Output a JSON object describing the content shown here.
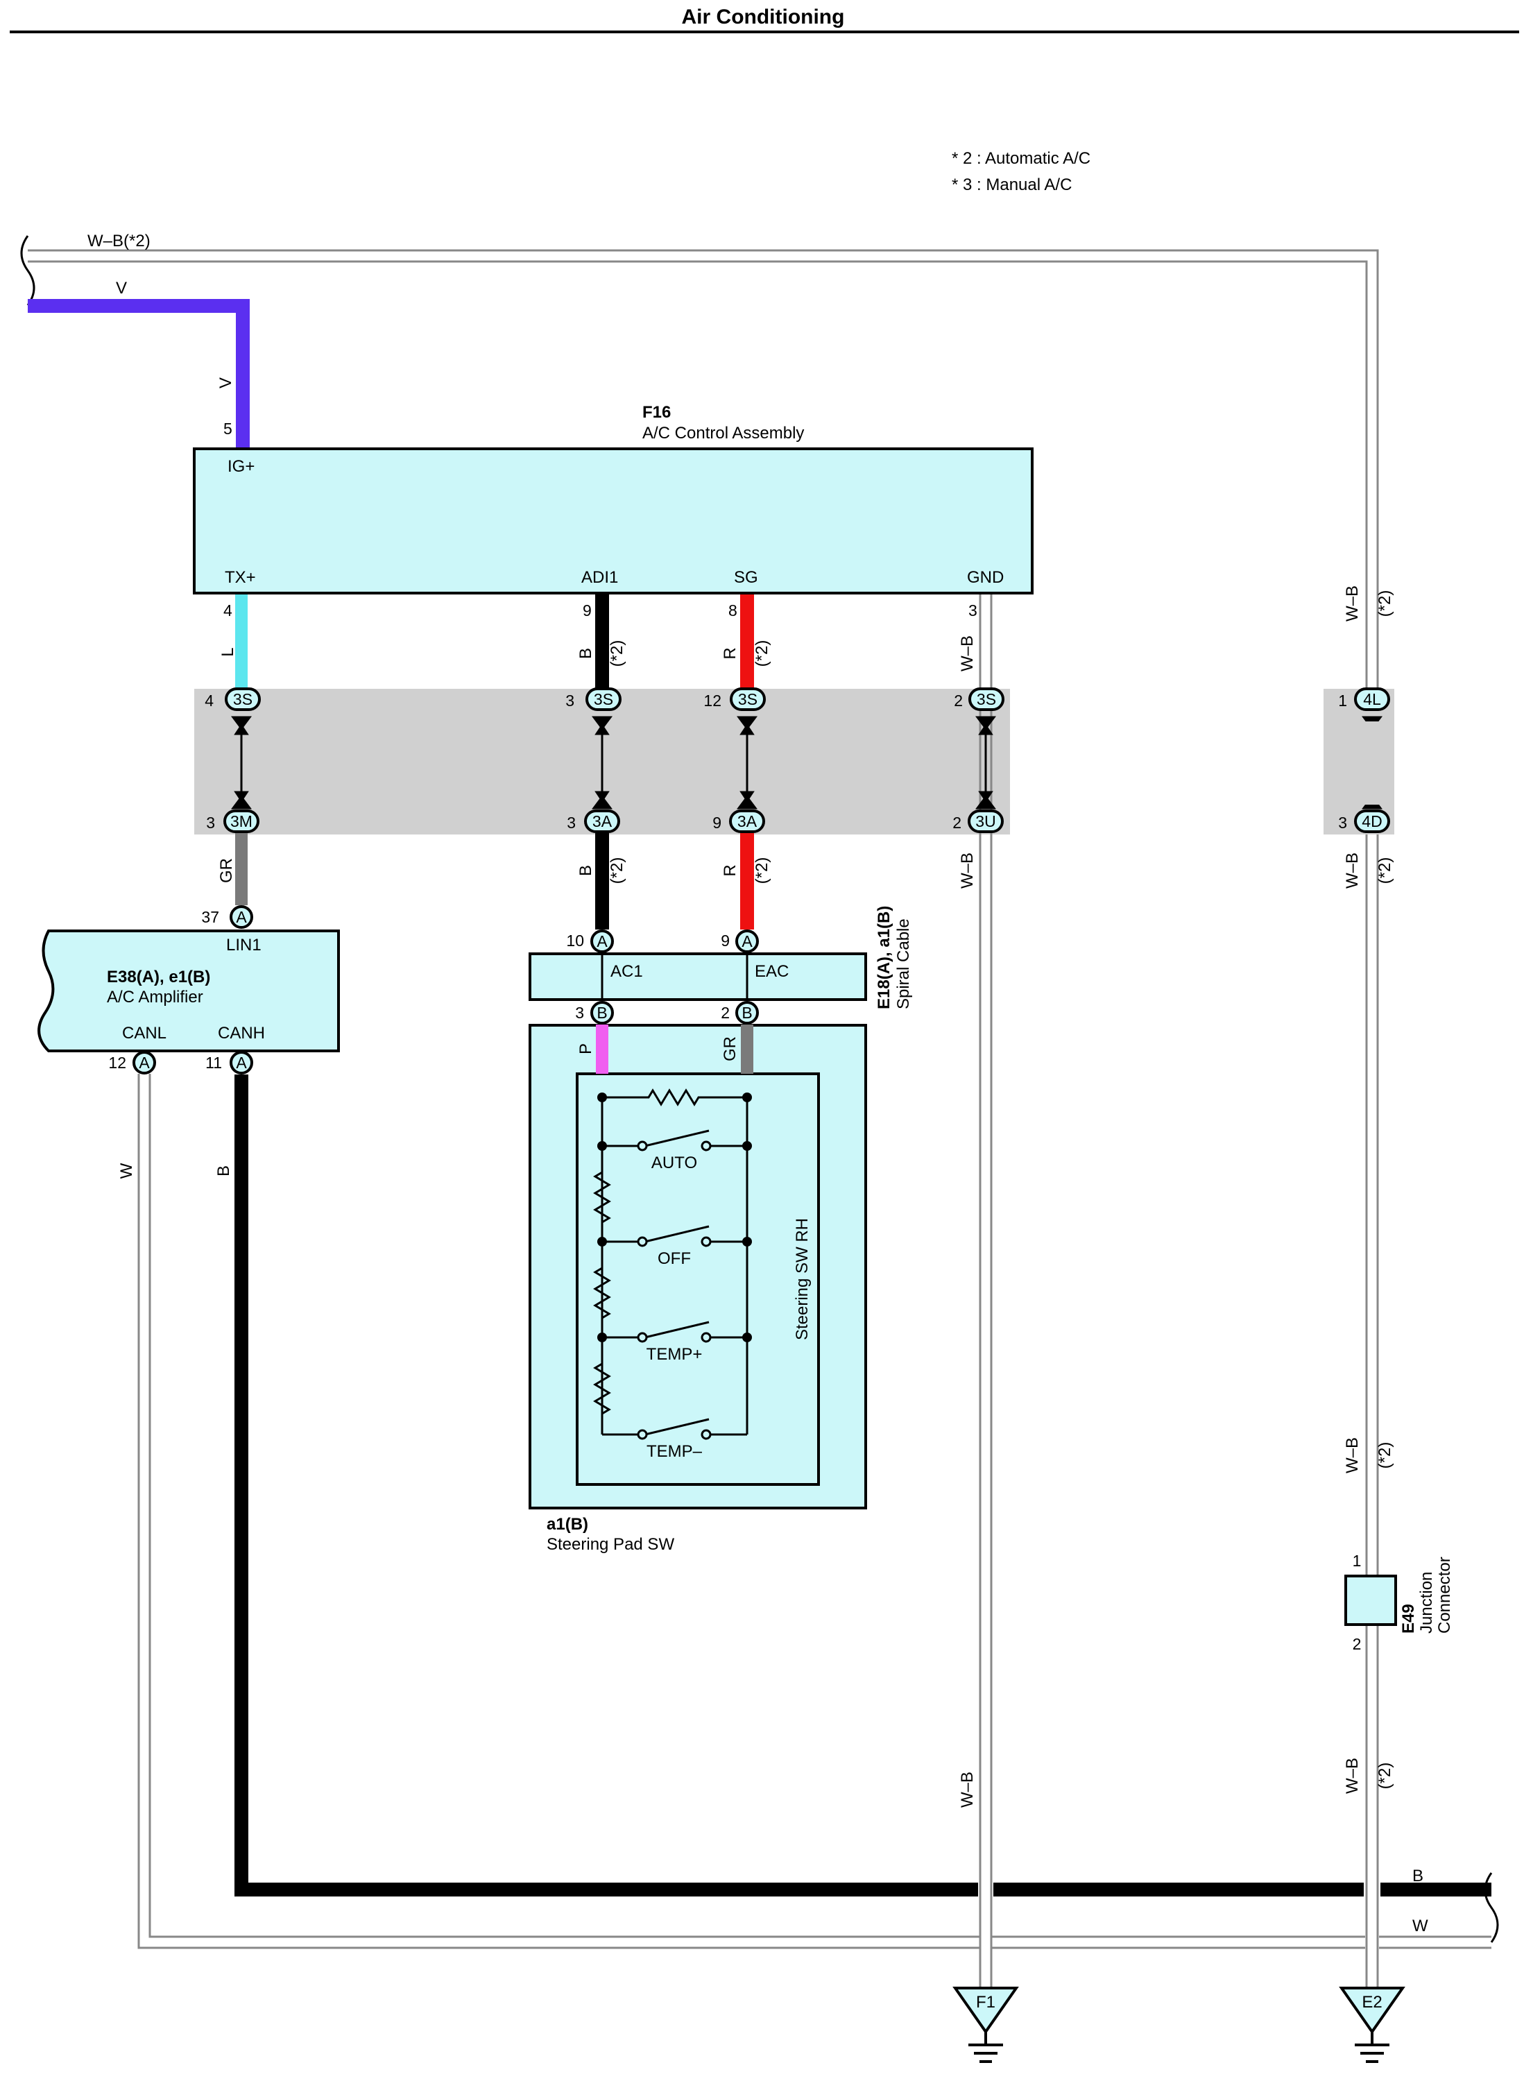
{
  "page_title": "Air Conditioning",
  "legend": {
    "star2": "* 2 : Automatic A/C",
    "star3": "* 3 : Manual A/C"
  },
  "colors": {
    "V": "#5b2ff0",
    "L": "#5ce6ee",
    "B": "#000000",
    "R": "#ee1111",
    "GR": "#7a7a7a",
    "P": "#f05ff0",
    "component_fill": "#ccf7f9",
    "connector_band": "#d0d0d0"
  },
  "wires": {
    "wb_top": "W–B(*2)",
    "v_top": "V",
    "v_vert": "V",
    "tx_wire": "L",
    "adi_wire_up": "B",
    "adi_wire_lo": "B",
    "sg_wire_up": "R",
    "sg_wire_lo": "R",
    "gnd_wire_up": "W–B",
    "gnd_wire_lo": "W–B",
    "gnd_wire_bottom": "W–B",
    "right_wire_up": "W–B",
    "right_wire_mid": "W–B",
    "right_wire_e49up": "W–B",
    "right_wire_e49lo": "W–B",
    "gr_amp": "GR",
    "p_sw": "P",
    "gr_sw": "GR",
    "w_vert": "W",
    "b_vert": "B",
    "b_right": "B",
    "w_right": "W",
    "star2": "(*2)"
  },
  "components": {
    "f16": {
      "code": "F16",
      "name": "A/C Control Assembly",
      "pins": {
        "igp": "IG+",
        "txp": "TX+",
        "adi1": "ADI1",
        "sg": "SG",
        "gnd": "GND"
      },
      "pin_numbers": {
        "igp": "5",
        "txp": "4",
        "adi1": "9",
        "sg": "8",
        "gnd": "3"
      }
    },
    "e38": {
      "code": "E38(A), e1(B)",
      "name": "A/C Amplifier",
      "pins": {
        "lin1": "LIN1",
        "canl": "CANL",
        "canh": "CANH"
      },
      "pin_numbers": {
        "lin1": "37",
        "canl": "12",
        "canh": "11"
      },
      "connector": "A"
    },
    "e18": {
      "code": "E18(A), a1(B)",
      "name": "Spiral Cable",
      "pins": {
        "ac1": "AC1",
        "eac": "EAC"
      },
      "pin_numbers": {
        "ac1": "10",
        "eac": "9",
        "b3": "3",
        "b2": "2"
      },
      "conn_a": "A",
      "conn_b": "B"
    },
    "a1": {
      "code": "a1(B)",
      "name": "Steering Pad SW",
      "inner": "Steering SW RH",
      "switches": [
        "AUTO",
        "OFF",
        "TEMP+",
        "TEMP–"
      ]
    },
    "e49": {
      "code": "E49",
      "name_line1": "Junction",
      "name_line2": "Connector",
      "pin1": "1",
      "pin2": "2"
    }
  },
  "connectors_top": [
    {
      "pin": "4",
      "id": "3S"
    },
    {
      "pin": "3",
      "id": "3S"
    },
    {
      "pin": "12",
      "id": "3S"
    },
    {
      "pin": "2",
      "id": "3S"
    },
    {
      "pin": "1",
      "id": "4L"
    }
  ],
  "connectors_bottom": [
    {
      "pin": "3",
      "id": "3M"
    },
    {
      "pin": "3",
      "id": "3A"
    },
    {
      "pin": "9",
      "id": "3A"
    },
    {
      "pin": "2",
      "id": "3U"
    },
    {
      "pin": "3",
      "id": "4D"
    }
  ],
  "grounds": [
    "F1",
    "E2"
  ]
}
